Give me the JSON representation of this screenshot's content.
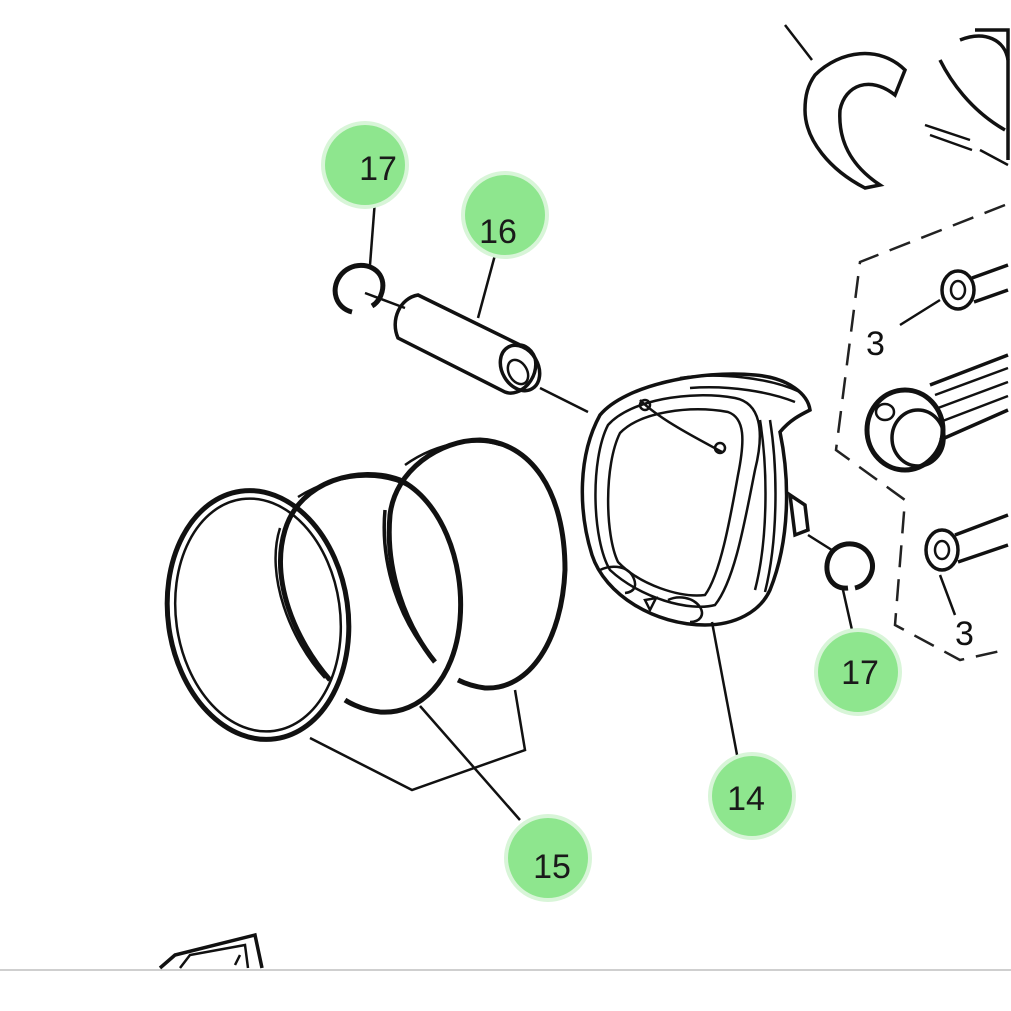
{
  "colors": {
    "callout_fill": "#8ee68e",
    "callout_ring": "#d8f5d8",
    "ink": "#111111",
    "background": "#ffffff"
  },
  "callouts": {
    "c17_top": "17",
    "c16": "16",
    "c17_right": "17",
    "c14": "14",
    "c15": "15"
  },
  "labels": {
    "l3_top": "3",
    "l3_bottom": "3"
  }
}
